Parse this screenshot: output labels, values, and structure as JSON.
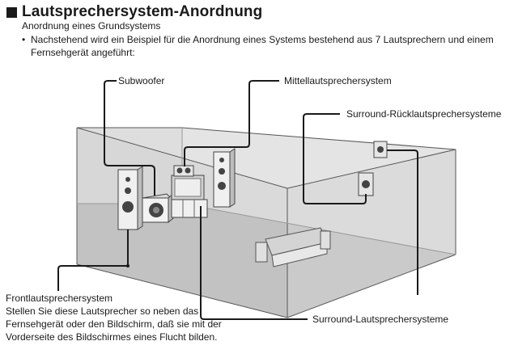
{
  "header": {
    "title": "Lautsprechersystem-Anordnung",
    "subtitle": "Anordnung eines Grundsystems",
    "bullet": "Nachstehend wird ein Beispiel für die Anordnung eines Systems bestehend aus 7 Lautsprechern und einem Fernsehgerät angeführt:"
  },
  "labels": {
    "subwoofer": "Subwoofer",
    "center": "Mittellautsprechersystem",
    "surround_back": "Surround-Rücklautsprechersysteme",
    "surround": "Surround-Lautsprechersysteme",
    "front_title": "Frontlautsprechersystem",
    "front_desc": "Stellen Sie diese Lautsprecher so neben das Fernsehgerät oder den Bildschirm, daß sie mit der Vorderseite des Bildschirmes eines Flucht bilden."
  },
  "colors": {
    "room_floor": "#b8b8b8",
    "room_wall": "#dcdcdc",
    "line": "#1a1a1a"
  },
  "icons": [
    "square-bullet-icon",
    "speaker-icon",
    "subwoofer-icon",
    "tv-icon",
    "sofa-icon"
  ]
}
